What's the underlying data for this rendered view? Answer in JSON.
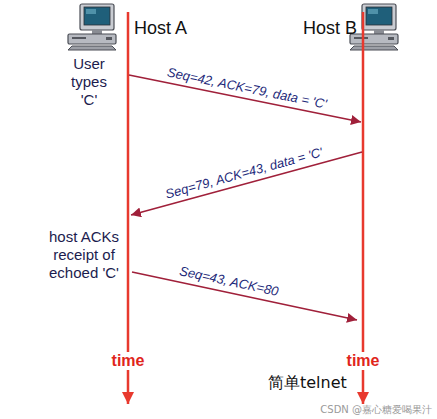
{
  "diagram": {
    "caption": "简单telnet",
    "nodes": [
      {
        "text": [
          "Host A"
        ]
      },
      {
        "text": [
          "Host B"
        ]
      }
    ],
    "edges": [
      {
        "from": 0,
        "to": 1,
        "arrow": "to",
        "label": "Seq=42, ACK=79, data = 'C'"
      },
      {
        "from": 1,
        "to": 0,
        "arrow": "to",
        "label": "Seq=79, ACK=43, data = 'C'"
      },
      {
        "from": 0,
        "to": 1,
        "arrow": "to",
        "label": "Seq=43, ACK=80"
      }
    ],
    "labels": [
      "User types 'C'",
      "host ACKs receipt of echoed 'C'",
      "time",
      "time",
      "CSDN @嘉心糖爱喝果汁"
    ]
  }
}
